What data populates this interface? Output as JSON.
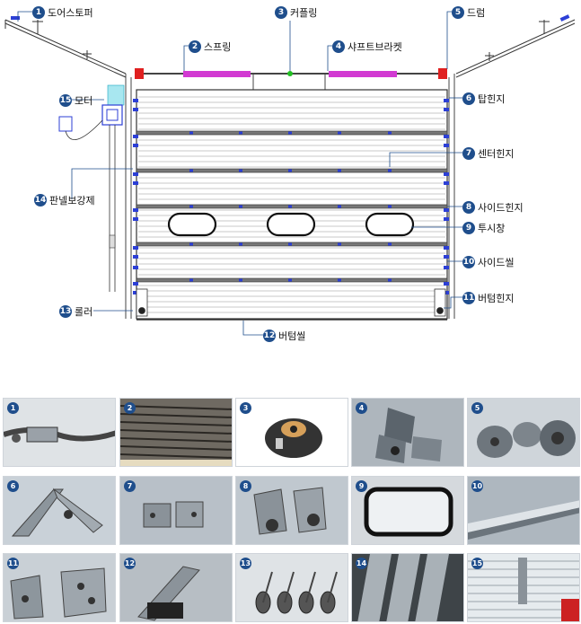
{
  "callouts": [
    {
      "n": "1",
      "label": "도어스토퍼"
    },
    {
      "n": "2",
      "label": "스프링"
    },
    {
      "n": "3",
      "label": "커플링"
    },
    {
      "n": "4",
      "label": "샤프트브라켓"
    },
    {
      "n": "5",
      "label": "드럼"
    },
    {
      "n": "6",
      "label": "탑힌지"
    },
    {
      "n": "7",
      "label": "센터힌지"
    },
    {
      "n": "8",
      "label": "사이드힌지"
    },
    {
      "n": "9",
      "label": "투시창"
    },
    {
      "n": "10",
      "label": "사이드씰"
    },
    {
      "n": "11",
      "label": "버텀힌지"
    },
    {
      "n": "12",
      "label": "버텀씰"
    },
    {
      "n": "13",
      "label": "롤러"
    },
    {
      "n": "14",
      "label": "판넬보강제"
    },
    {
      "n": "15",
      "label": "모터"
    }
  ],
  "photos": [
    "1",
    "2",
    "3",
    "4",
    "5",
    "6",
    "7",
    "8",
    "9",
    "10",
    "11",
    "12",
    "13",
    "14",
    "15"
  ],
  "colors": {
    "badge": "#1f4e8c",
    "spring": "#d23ad2",
    "drum": "#e02020",
    "hinge": "#2c3fd6",
    "coupling": "#22c022",
    "frame": "#333333"
  }
}
